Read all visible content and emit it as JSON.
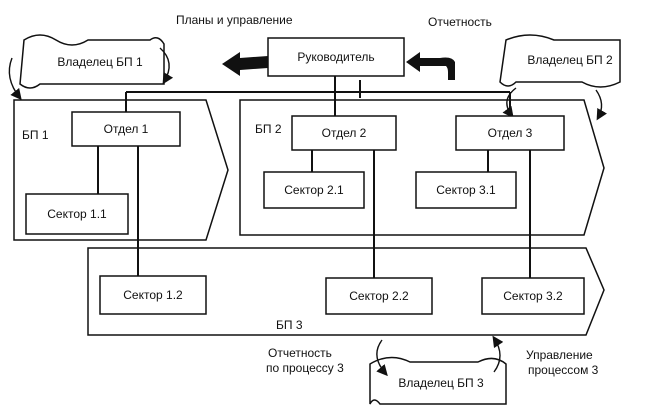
{
  "header": {
    "plans_label": "Планы и управление",
    "reporting_label": "Отчетность"
  },
  "nodes": {
    "director": "Руководитель",
    "owner_bp1": "Владелец БП 1",
    "owner_bp2": "Владелец БП 2",
    "owner_bp3": "Владелец БП 3",
    "dept1": "Отдел 1",
    "dept2": "Отдел 2",
    "dept3": "Отдел 3",
    "sector11": "Сектор 1.1",
    "sector12": "Сектор 1.2",
    "sector21": "Сектор 2.1",
    "sector22": "Сектор 2.2",
    "sector31": "Сектор 3.1",
    "sector32": "Сектор 3.2"
  },
  "processes": {
    "bp1": "БП 1",
    "bp2": "БП 2",
    "bp3": "БП 3"
  },
  "footer": {
    "reporting_p3_line1": "Отчетность",
    "reporting_p3_line2": "по процессу 3",
    "management_p3_line1": "Управление",
    "management_p3_line2": "процессом 3"
  }
}
